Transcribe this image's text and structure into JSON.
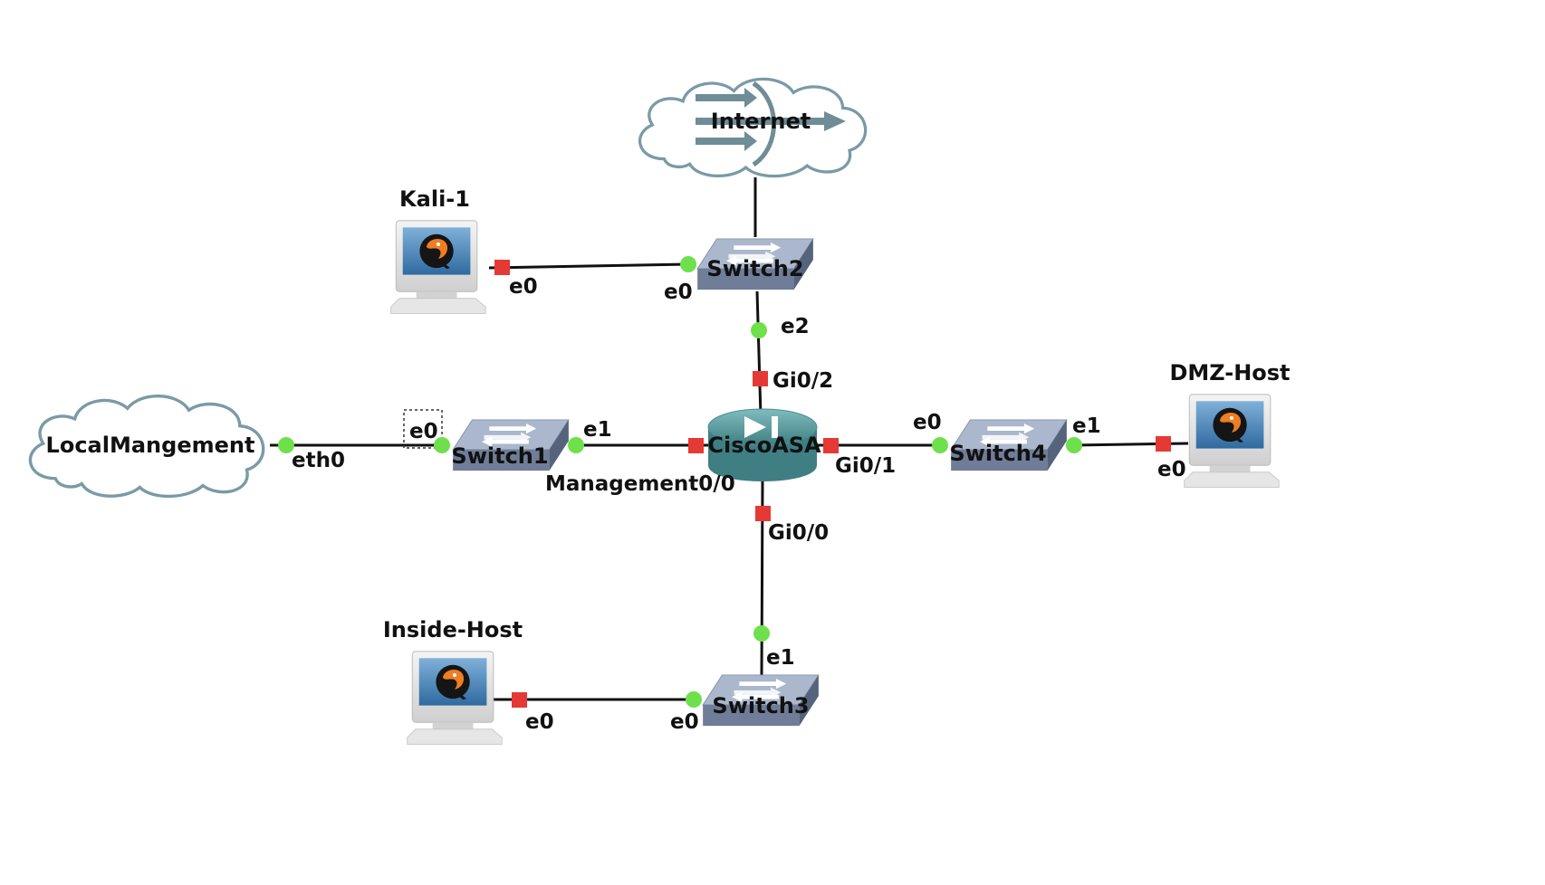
{
  "colors": {
    "port_up": "#6ee04b",
    "port_down": "#e53935",
    "cloud_stroke": "#7a9aa6",
    "switch_top": "#a9b6cc",
    "switch_front": "#6d7b96",
    "router_body": "#5f9da0"
  },
  "nodes": {
    "internet": {
      "label": "Internet",
      "icon": "cloud-icon"
    },
    "local_mgmt": {
      "label": "LocalMangement",
      "icon": "cloud-icon"
    },
    "kali": {
      "label": "Kali-1",
      "icon": "qemu-host-icon"
    },
    "dmz_host": {
      "label": "DMZ-Host",
      "icon": "qemu-host-icon"
    },
    "inside_host": {
      "label": "Inside-Host",
      "icon": "qemu-host-icon"
    },
    "switch1": {
      "label": "Switch1",
      "icon": "ethernet-switch-icon"
    },
    "switch2": {
      "label": "Switch2",
      "icon": "ethernet-switch-icon"
    },
    "switch3": {
      "label": "Switch3",
      "icon": "ethernet-switch-icon"
    },
    "switch4": {
      "label": "Switch4",
      "icon": "ethernet-switch-icon"
    },
    "asa": {
      "label": "CiscoASA",
      "icon": "firewall-router-icon"
    }
  },
  "ports": {
    "kali_e0": "e0",
    "sw2_e0": "e0",
    "sw2_e2": "e2",
    "asa_gi02": "Gi0/2",
    "local_eth0": "eth0",
    "sw1_e0": "e0",
    "sw1_e1": "e1",
    "asa_mgmt": "Management0/0",
    "asa_gi01": "Gi0/1",
    "sw4_e0": "e0",
    "sw4_e1": "e1",
    "dmz_e0": "e0",
    "asa_gi00": "Gi0/0",
    "sw3_e1": "e1",
    "sw3_e0": "e0",
    "inside_e0": "e0"
  }
}
